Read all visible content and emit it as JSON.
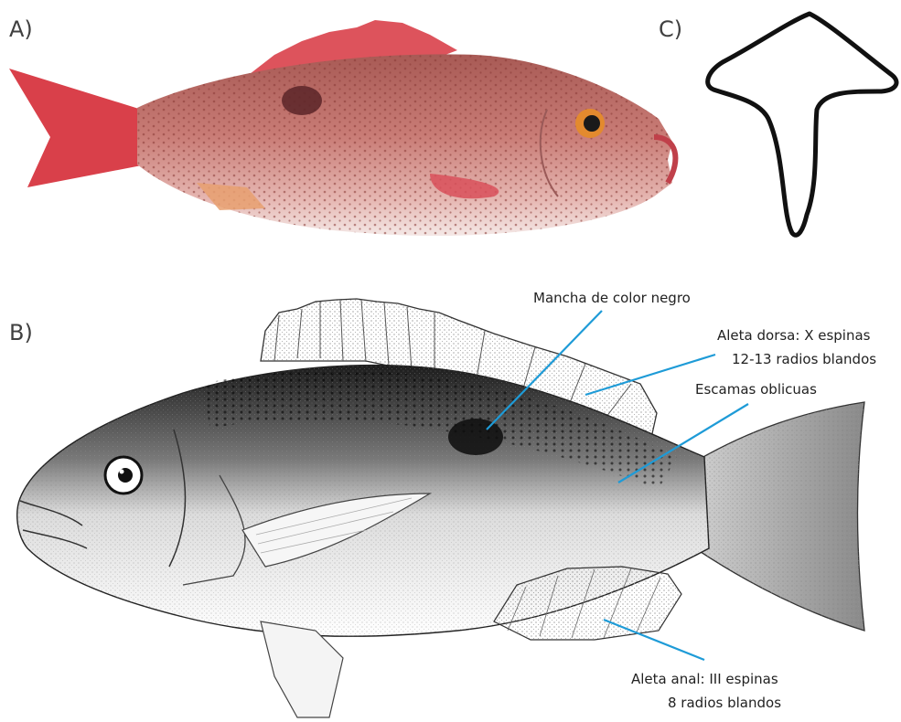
{
  "panels": {
    "a_label": "A)",
    "b_label": "B)",
    "c_label": "C)"
  },
  "annotations": {
    "spot": "Mancha de color negro",
    "dorsal_line1": "Aleta dorsa: X espinas",
    "dorsal_line2": "12-13 radios blandos",
    "scales": "Escamas oblicuas",
    "anal_line1": "Aleta anal: III espinas",
    "anal_line2": "8 radios blandos"
  },
  "colors": {
    "callout_line": "#1e9bd7",
    "photo_body": "#c8706c",
    "photo_fins": "#d9404a",
    "drawing_ink": "#1a1a1a"
  }
}
